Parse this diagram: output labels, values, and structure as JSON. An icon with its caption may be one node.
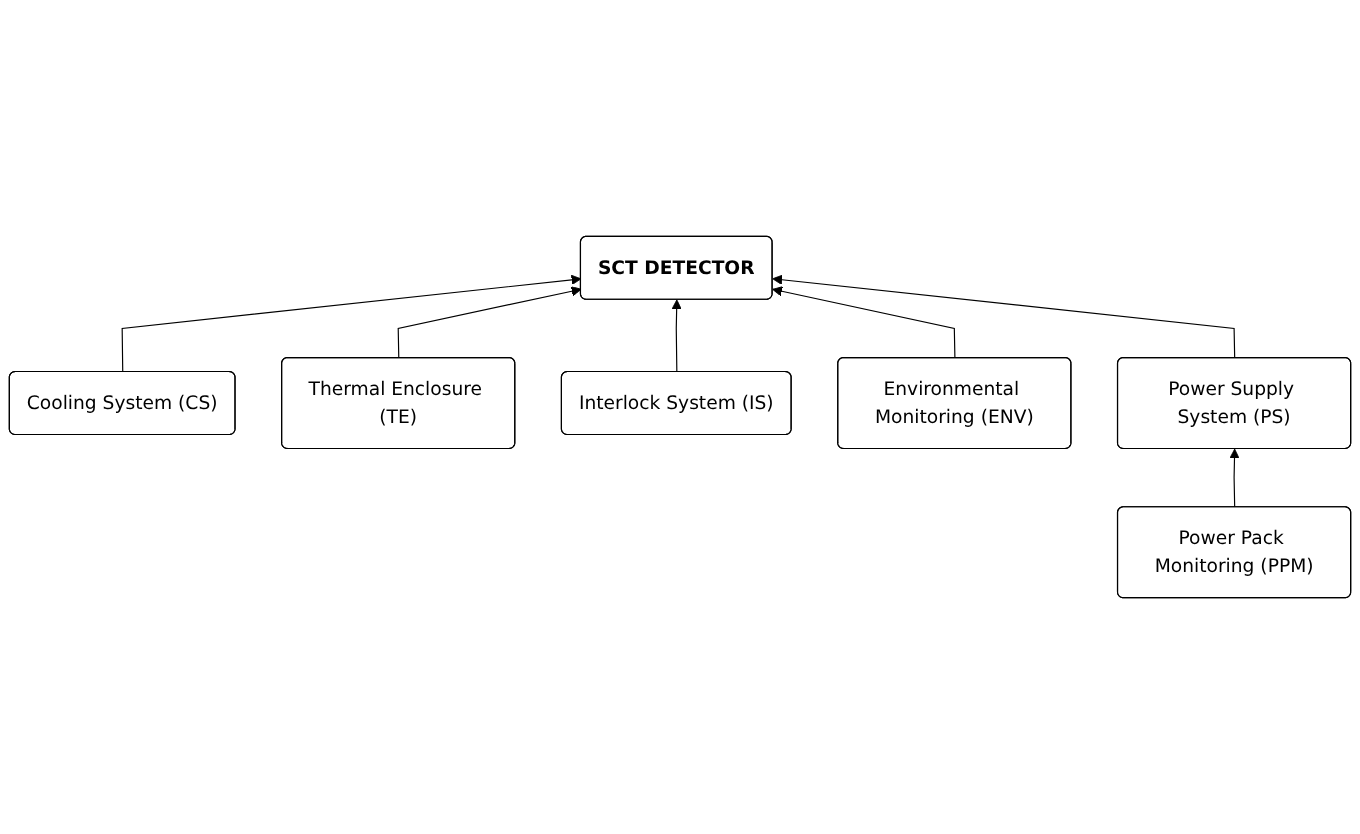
{
  "diagram": {
    "nodes": [
      {
        "text": [
          "Cooling System (CS)"
        ]
      },
      {
        "text": [
          "Thermal Enclosure (TE)"
        ]
      },
      {
        "text": [
          "SCT DETECTOR"
        ]
      },
      {
        "text": [
          "Interlock System (IS)"
        ]
      },
      {
        "text": [
          "Environmental Monitoring (ENV)"
        ]
      },
      {
        "text": [
          "Power Supply System (PS)"
        ]
      },
      {
        "text": [
          "Power Pack Monitoring (PPM)"
        ]
      }
    ],
    "edges": [
      {
        "from": 0,
        "to": 2,
        "arrow": "to"
      },
      {
        "from": 1,
        "to": 2,
        "arrow": "to"
      },
      {
        "from": 3,
        "to": 2,
        "arrow": "to"
      },
      {
        "from": 4,
        "to": 2,
        "arrow": "to"
      },
      {
        "from": 5,
        "to": 2,
        "arrow": "to"
      },
      {
        "from": 6,
        "to": 5,
        "arrow": "to"
      }
    ]
  }
}
